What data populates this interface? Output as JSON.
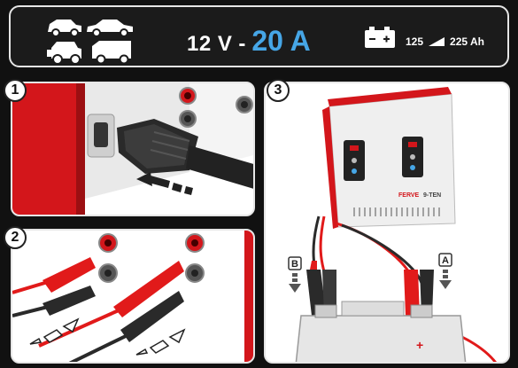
{
  "header": {
    "voltage": "12 V",
    "separator": "-",
    "current": "20 A",
    "capacity_min": "125",
    "capacity_max": "225 Ah",
    "vehicle_icons": [
      "hatchback-car-icon",
      "sedan-car-icon",
      "offroad-suv-icon",
      "van-icon"
    ],
    "battery_icon": "battery-icon"
  },
  "steps": [
    {
      "number": "1"
    },
    {
      "number": "2"
    },
    {
      "number": "3"
    }
  ],
  "step3": {
    "brand": "FERVE",
    "model": "9-TEN",
    "clamp_b_label": "B",
    "clamp_a_label": "A",
    "battery_plus": "+"
  },
  "colors": {
    "accent_blue": "#46a6e6",
    "charger_red": "#d3161b",
    "cable_red": "#e11a1a",
    "cable_black": "#2a2a2a",
    "background": "#111111",
    "border": "#e6e6e6"
  }
}
